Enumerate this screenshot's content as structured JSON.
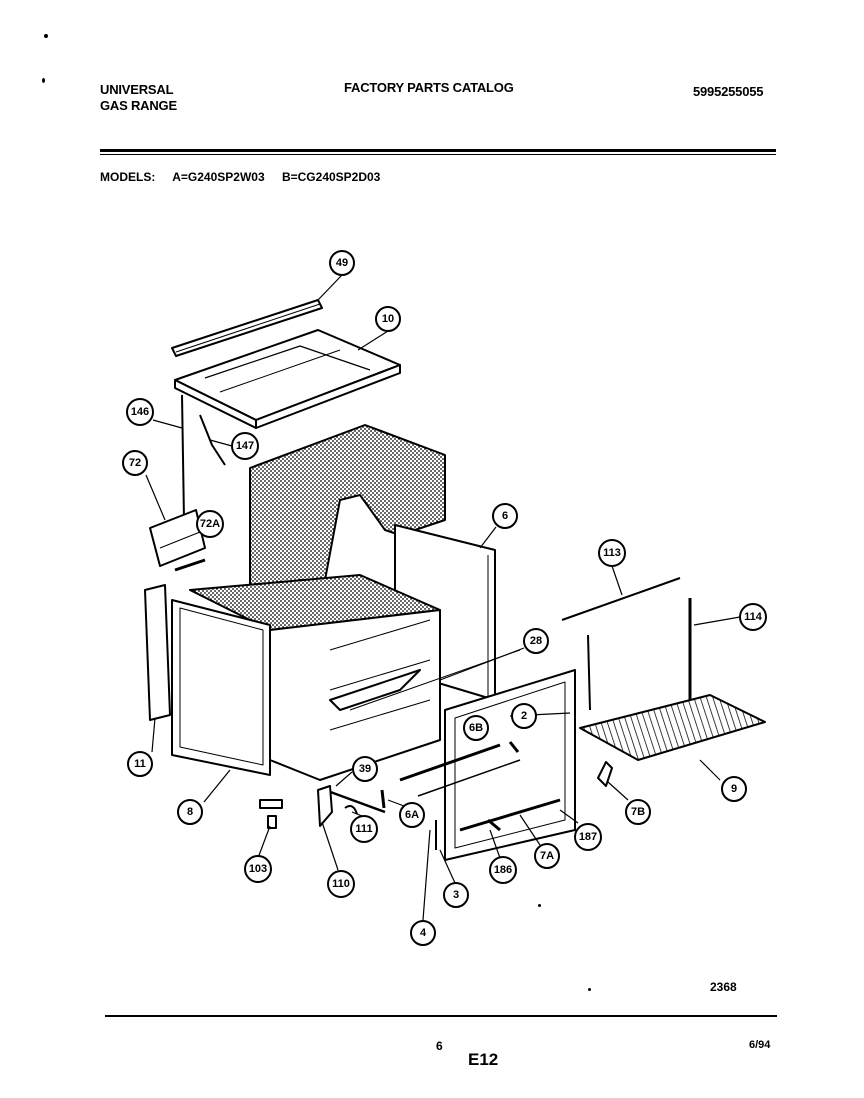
{
  "header": {
    "brand_line1": "UNIVERSAL",
    "brand_line2": "GAS RANGE",
    "catalog_title": "FACTORY PARTS CATALOG",
    "catalog_number": "5995255055"
  },
  "models": {
    "label": "MODELS:",
    "a": "A=G240SP2W03",
    "b": "B=CG240SP2D03"
  },
  "callouts": [
    "49",
    "10",
    "146",
    "147",
    "72",
    "72A",
    "6",
    "113",
    "114",
    "28",
    "2",
    "6B",
    "11",
    "8",
    "39",
    "6A",
    "111",
    "103",
    "110",
    "4",
    "3",
    "186",
    "7A",
    "187",
    "7B",
    "9"
  ],
  "footer": {
    "figure_number": "2368",
    "page_number": "6",
    "sheet_code": "E12",
    "date": "6/94"
  }
}
